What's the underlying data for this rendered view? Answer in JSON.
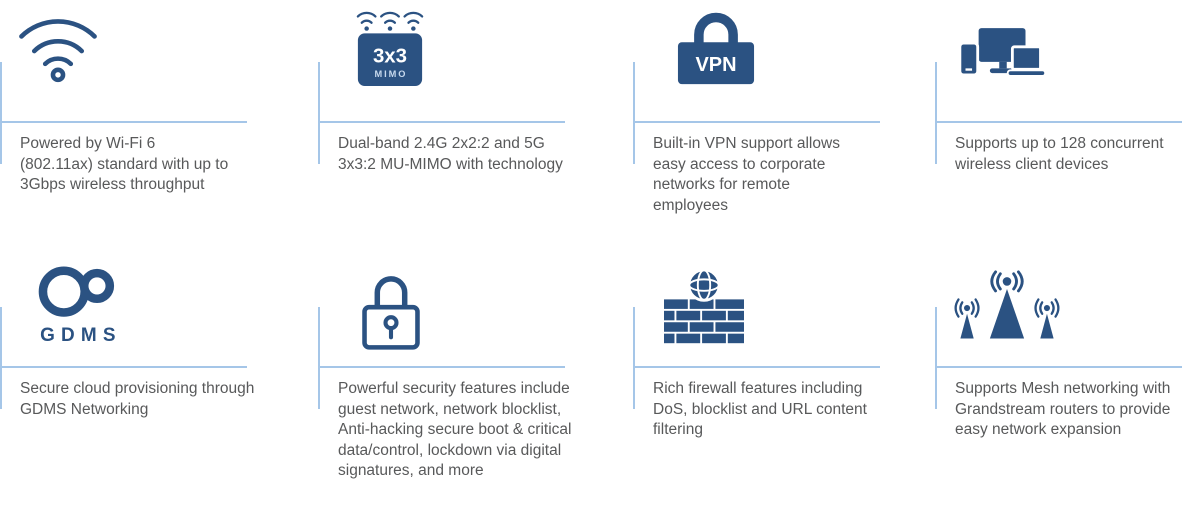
{
  "colors": {
    "accent": "#2b5282",
    "line": "#a5c6e8",
    "text": "#58595a"
  },
  "features": [
    {
      "icon": "wifi6-icon",
      "text": "Powered by Wi-Fi 6 (802.11ax) standard with up to 3Gbps wireless throughput"
    },
    {
      "icon": "mimo-badge-icon",
      "badge_top": "3x3",
      "badge_bottom": "MIMO",
      "text": "Dual-band 2.4G 2x2:2 and 5G 3x3:2 MU-MIMO with technology"
    },
    {
      "icon": "vpn-lock-icon",
      "badge": "VPN",
      "text": "Built-in VPN support allows easy access to corporate networks for remote employees"
    },
    {
      "icon": "client-devices-icon",
      "text": "Supports up to 128 concurrent wireless client devices"
    },
    {
      "icon": "gdms-cloud-icon",
      "logo_text": "GDMS",
      "text": "Secure cloud provisioning through GDMS Networking"
    },
    {
      "icon": "security-lock-icon",
      "text": "Powerful security features include guest network, network blocklist, Anti-hacking secure boot & critical data/control, lockdown via digital signatures, and more"
    },
    {
      "icon": "firewall-icon",
      "text": "Rich firewall features including DoS, blocklist and URL content filtering"
    },
    {
      "icon": "mesh-network-icon",
      "text": "Supports Mesh networking with Grandstream routers to provide easy network expansion"
    }
  ]
}
